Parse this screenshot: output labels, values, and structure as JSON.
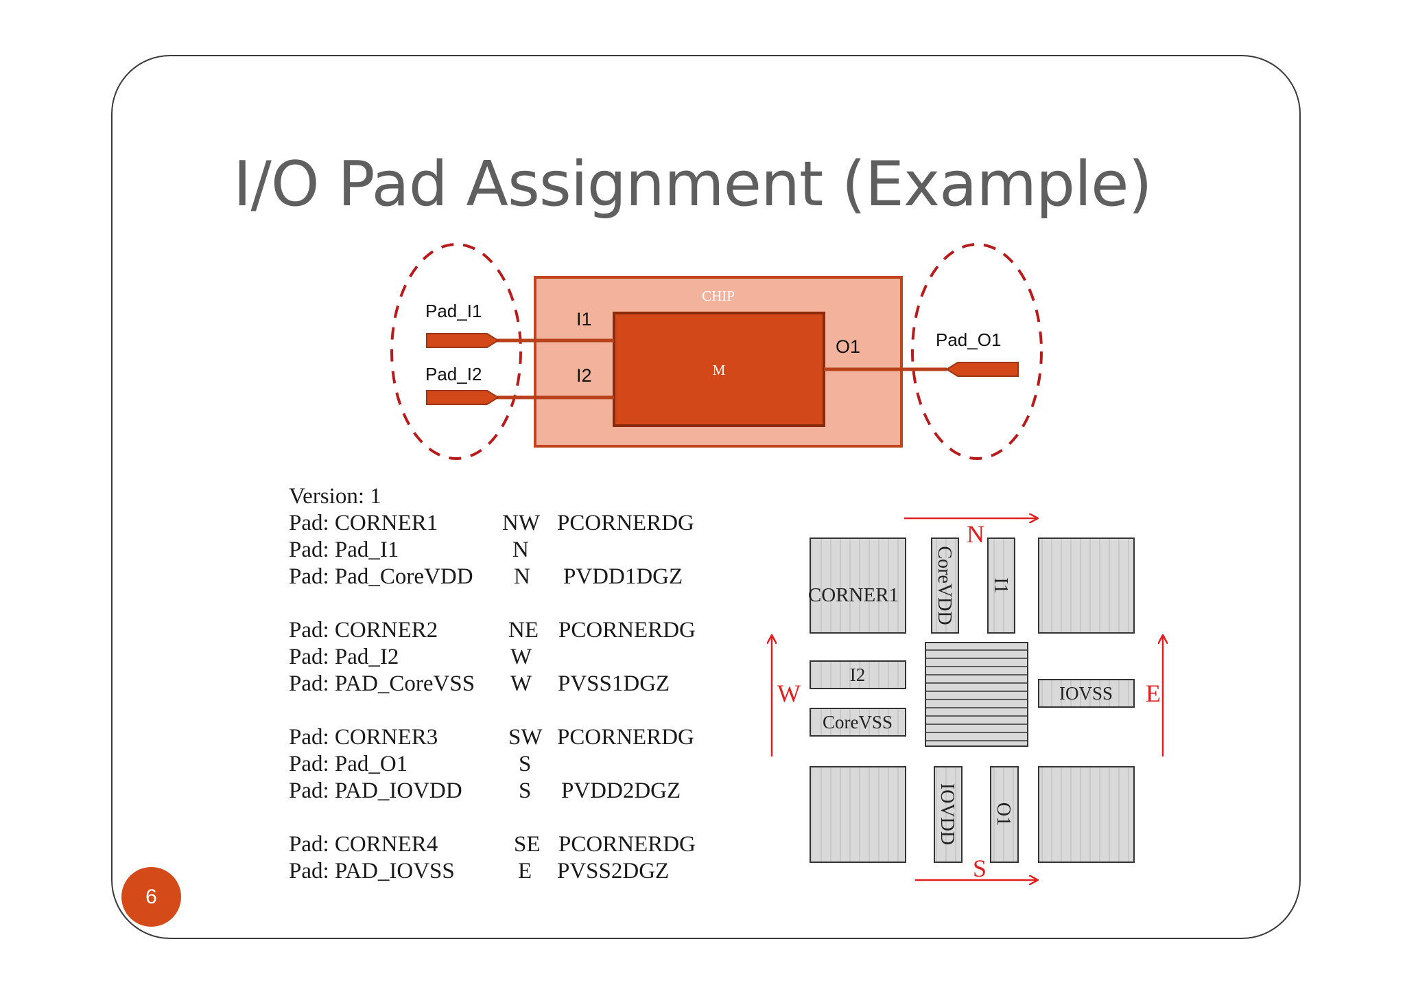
{
  "title": "I/O Pad Assignment (Example)",
  "page_number": "6",
  "colors": {
    "accent": "#d44a18",
    "chip_fill": "#f2b29c",
    "chip_border": "#c0441c",
    "module_fill": "#d24818",
    "dashed_oval": "#b71c1c",
    "arrow_red": "#e02020",
    "pad_gray": "#d8d8d8"
  },
  "top_diagram": {
    "chip_label": "CHIP",
    "module_label": "M",
    "pin_i1": "I1",
    "pin_i2": "I2",
    "pin_o1": "O1",
    "pad_i1": "Pad_I1",
    "pad_i2": "Pad_I2",
    "pad_o1": "Pad_O1"
  },
  "listing": {
    "version": "Version: 1",
    "rows": [
      {
        "pad": "Pad: CORNER1",
        "side": "NW",
        "cell": "PCORNERDG"
      },
      {
        "pad": "Pad: Pad_I1",
        "side": "N",
        "cell": ""
      },
      {
        "pad": "Pad: Pad_CoreVDD",
        "side": "N",
        "cell": "PVDD1DGZ"
      },
      {
        "pad": "Pad: CORNER2",
        "side": "NE",
        "cell": "PCORNERDG"
      },
      {
        "pad": "Pad: Pad_I2",
        "side": "W",
        "cell": ""
      },
      {
        "pad": "Pad: PAD_CoreVSS",
        "side": "W",
        "cell": "PVSS1DGZ"
      },
      {
        "pad": "Pad: CORNER3",
        "side": "SW",
        "cell": "PCORNERDG"
      },
      {
        "pad": "Pad: Pad_O1",
        "side": "S",
        "cell": ""
      },
      {
        "pad": "Pad: PAD_IOVDD",
        "side": "S",
        "cell": "PVDD2DGZ"
      },
      {
        "pad": "Pad: CORNER4",
        "side": "SE",
        "cell": "PCORNERDG"
      },
      {
        "pad": "Pad: PAD_IOVSS",
        "side": "E",
        "cell": "PVSS2DGZ"
      }
    ]
  },
  "floorplan": {
    "north": "N",
    "south": "S",
    "west": "W",
    "east": "E",
    "corner1": "CORNER1",
    "corevdd": "CoreVDD",
    "i1": "I1",
    "i2": "I2",
    "corevss": "CoreVSS",
    "iovss": "IOVSS",
    "iovdd": "IOVDD",
    "o1": "O1"
  }
}
